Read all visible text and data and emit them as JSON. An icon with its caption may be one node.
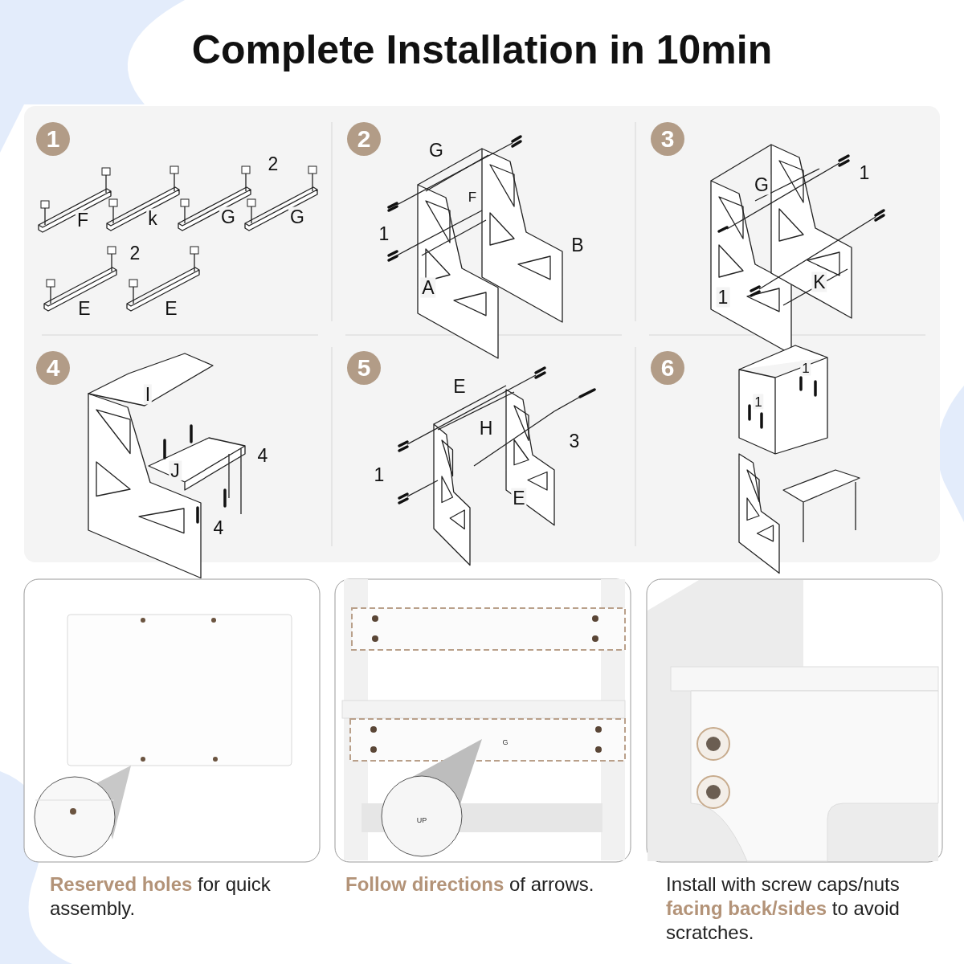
{
  "diagram": {
    "title": "Complete Installation in 10min",
    "labels": [
      "1",
      "2",
      "F",
      "k",
      "G",
      "G",
      "2",
      "E",
      "E",
      "2",
      "G",
      "F",
      "1",
      "B",
      "A",
      "3",
      "1",
      "G",
      "K",
      "1",
      "4",
      "I",
      "4",
      "J",
      "4",
      "5",
      "E",
      "H",
      "3",
      "1",
      "E",
      "6",
      "1",
      "1",
      "G",
      "UP",
      "**Reserved holes** for quick assembly.",
      "**Follow directions** of arrows.",
      "Install with screw caps/nuts **facing back/sides** to avoid scratches."
    ]
  }
}
